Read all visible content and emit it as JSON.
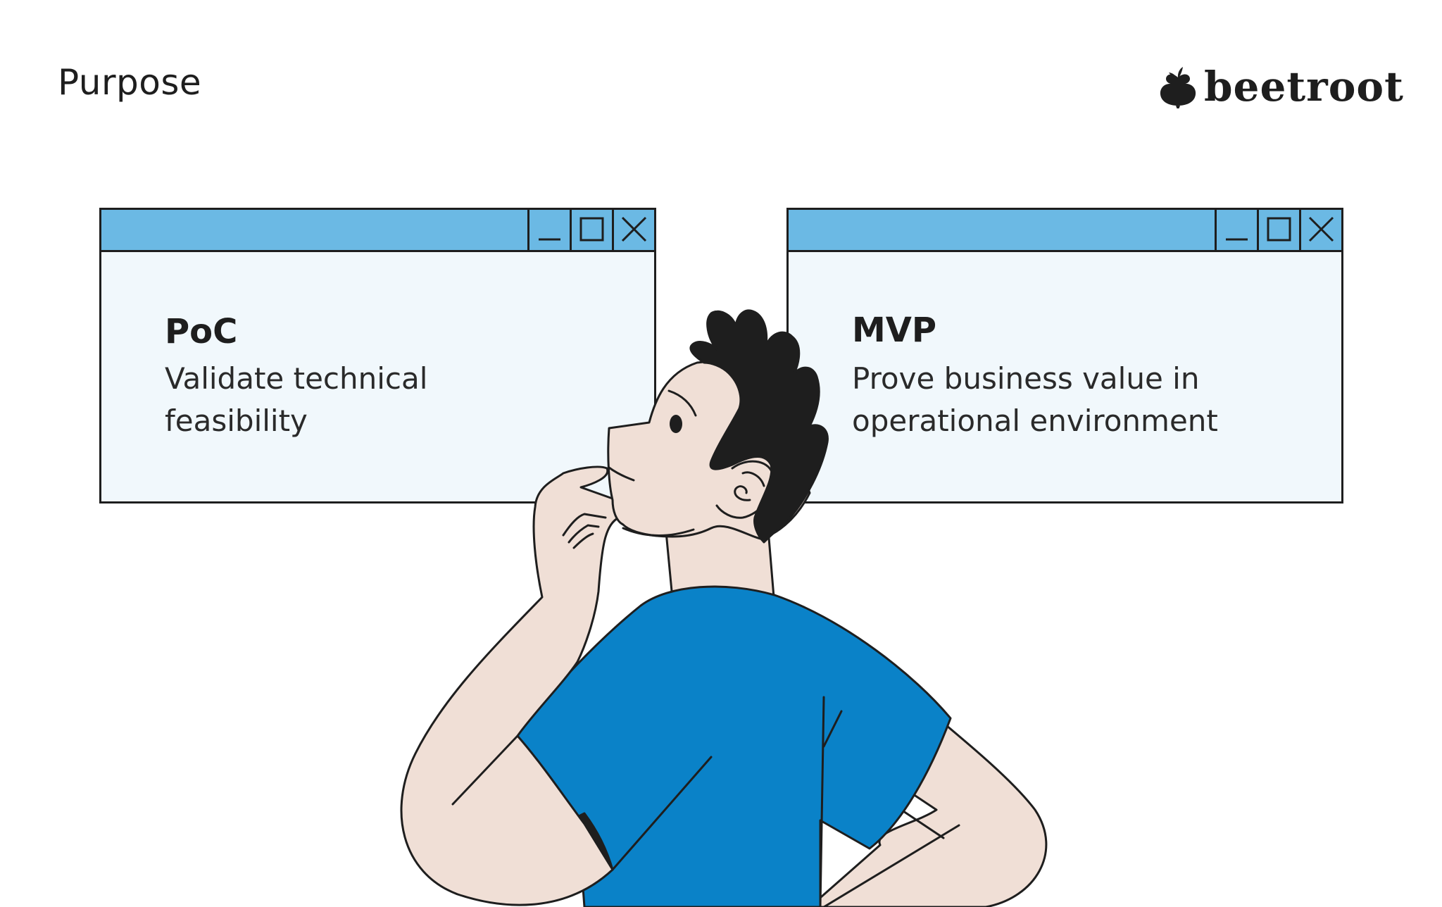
{
  "page": {
    "heading": "Purpose"
  },
  "brand": {
    "name": "beetroot",
    "logo_icon": "beetroot-icon"
  },
  "windows": [
    {
      "title": "PoC",
      "description": "Validate technical feasibility",
      "line1": "Validate technical",
      "line2": "feasibility"
    },
    {
      "title": "MVP",
      "description": "Prove business value in operational environment",
      "line1": "Prove business value in",
      "line2": "operational environment"
    }
  ],
  "window_controls": [
    "minimize-icon",
    "maximize-icon",
    "close-icon"
  ],
  "colors": {
    "titlebar": "#6bb9e4",
    "window_body": "#f1f8fc",
    "outline": "#1e1e1e",
    "shirt": "#0a82c8",
    "skin": "#f0dfd6",
    "hair": "#1e1e1e"
  }
}
